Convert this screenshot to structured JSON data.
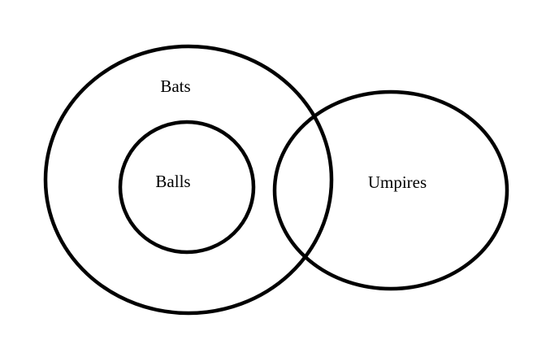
{
  "diagram": {
    "type": "venn",
    "stroke_color": "#000000",
    "background_color": "#ffffff",
    "sets": [
      {
        "label": "Bats"
      },
      {
        "label": "Balls"
      },
      {
        "label": "Umpires"
      }
    ],
    "relations": [
      "Balls is entirely inside Bats",
      "Bats and Umpires partially overlap",
      "Balls and Umpires do not overlap"
    ]
  }
}
